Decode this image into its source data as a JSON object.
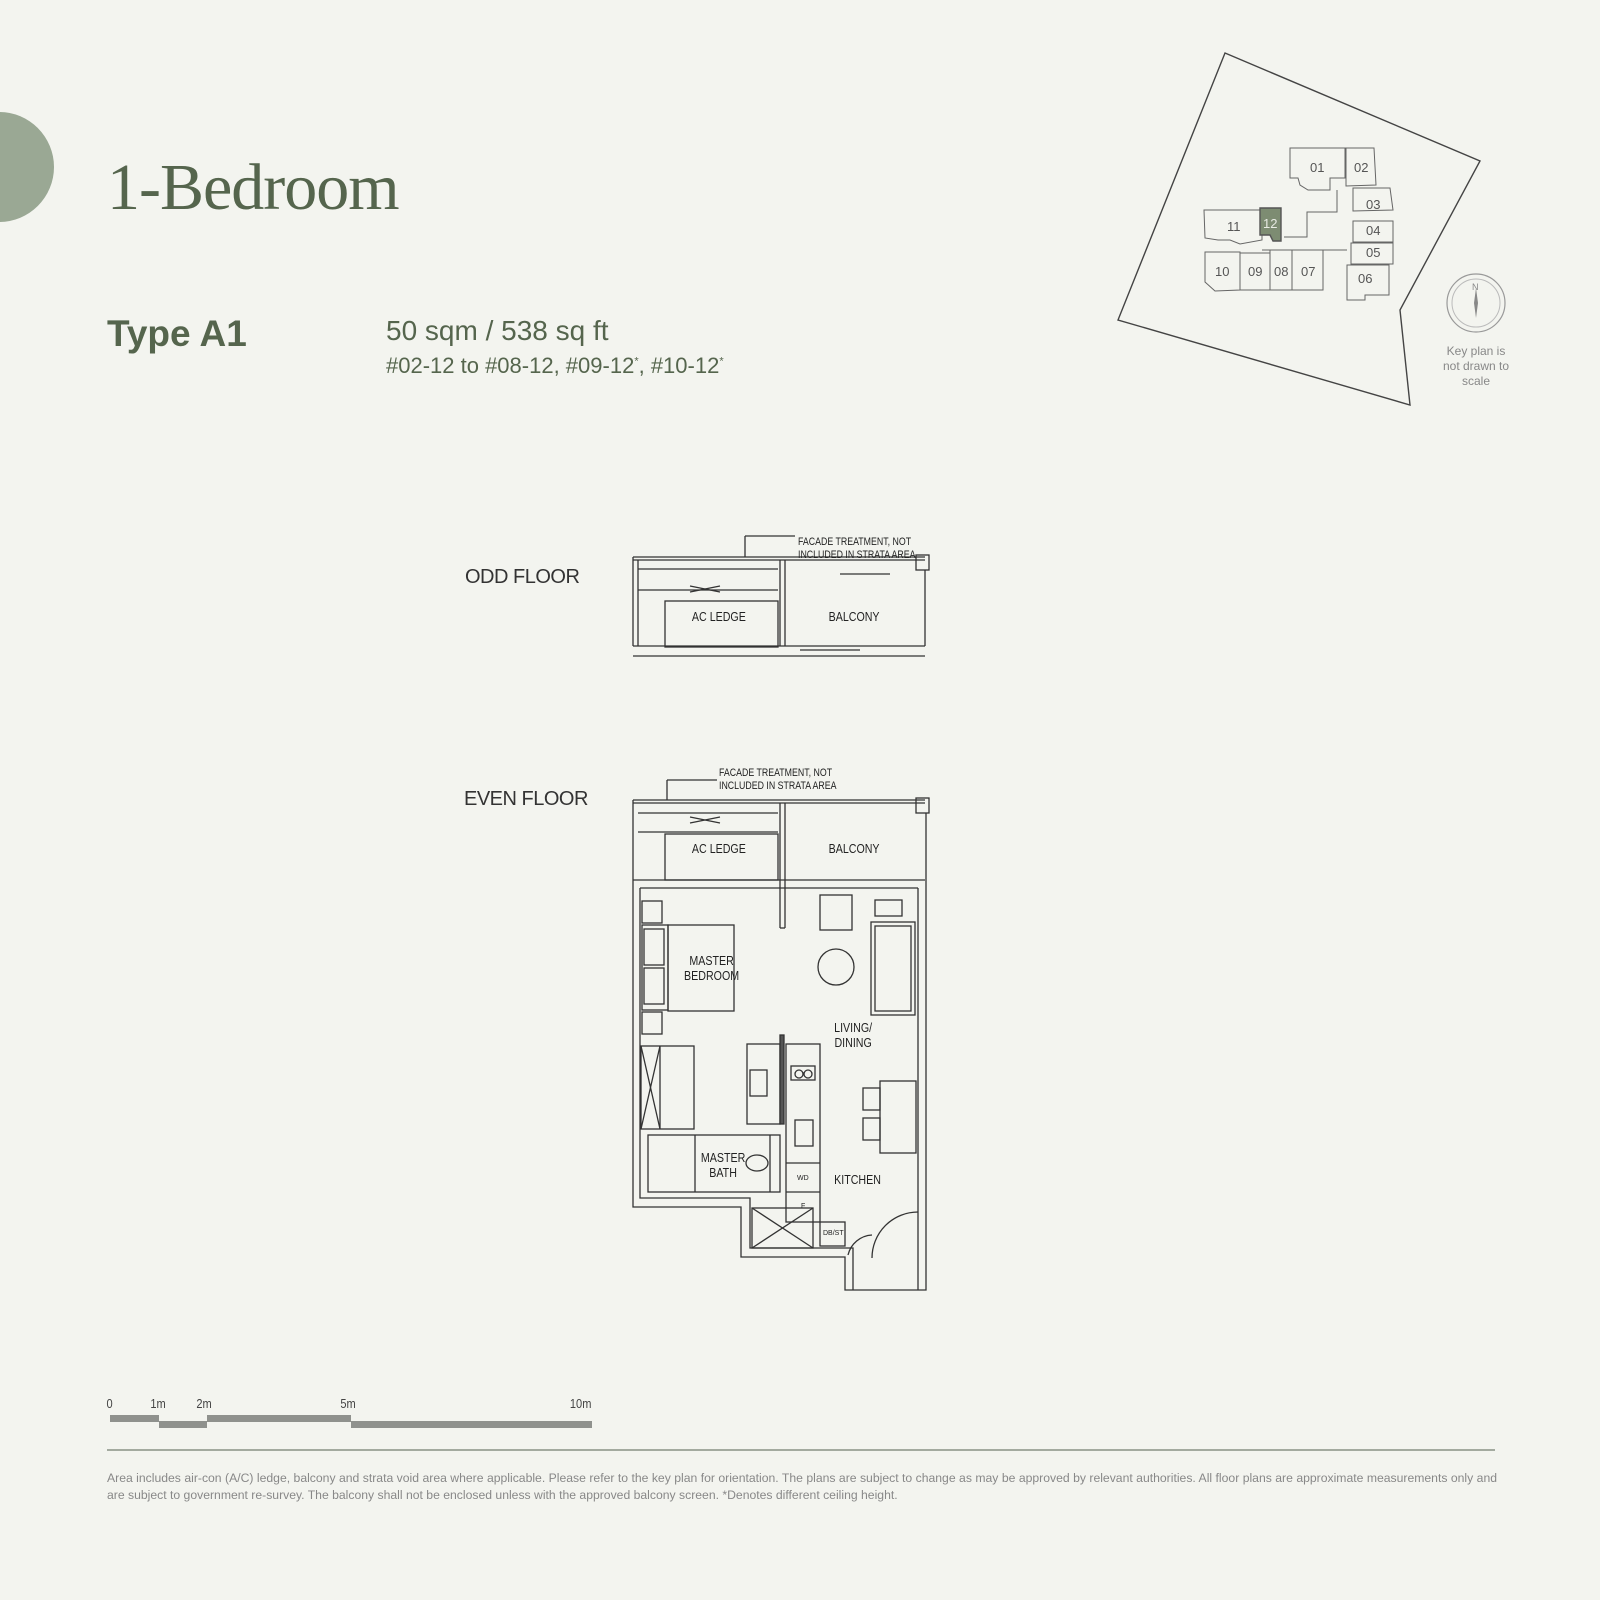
{
  "header": {
    "title": "1-Bedroom",
    "type": "Type A1",
    "area": "50 sqm / 538 sq ft",
    "units_prefix": "#02-12 to #08-12, #09-12",
    "units_mid": ", #10-12",
    "asterisk": "*"
  },
  "key_plan": {
    "units": [
      "01",
      "02",
      "03",
      "04",
      "05",
      "06",
      "07",
      "08",
      "09",
      "10",
      "11",
      "12"
    ],
    "highlighted": "12",
    "highlight_color": "#7d8c72",
    "compass": "N",
    "note": "Key plan is not drawn to scale"
  },
  "plans": {
    "odd": {
      "label": "ODD FLOOR",
      "facade_note_1": "FACADE TREATMENT, NOT",
      "facade_note_2": "INCLUDED IN STRATA AREA",
      "ac_ledge": "AC LEDGE",
      "balcony": "BALCONY"
    },
    "even": {
      "label": "EVEN FLOOR",
      "facade_note_1": "FACADE TREATMENT, NOT",
      "facade_note_2": "INCLUDED IN STRATA AREA",
      "ac_ledge": "AC LEDGE",
      "balcony": "BALCONY",
      "master_bedroom_1": "MASTER",
      "master_bedroom_2": "BEDROOM",
      "living_1": "LIVING/",
      "living_2": "DINING",
      "master_bath_1": "MASTER",
      "master_bath_2": "BATH",
      "kitchen": "KITCHEN",
      "wd": "WD",
      "fridge": "F",
      "dbst": "DB/ST"
    }
  },
  "scale_bar": {
    "labels": [
      "0",
      "1m",
      "2m",
      "5m",
      "10m"
    ]
  },
  "footer": {
    "disclaimer": "Area includes air-con (A/C) ledge, balcony and strata void area where applicable. Please refer to the key plan for orientation. The plans are subject to change as may be approved by relevant authorities. All floor plans are approximate measurements only and are subject to government re-survey. The balcony shall not be enclosed unless with the approved balcony screen. *Denotes different ceiling height."
  },
  "colors": {
    "background": "#f3f4ef",
    "accent": "#55654d",
    "circle": "#9aa894"
  }
}
